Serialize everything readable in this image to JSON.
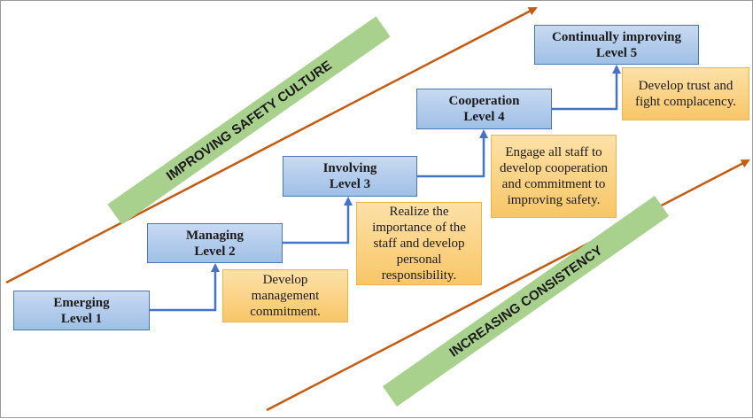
{
  "diagram": {
    "bands": {
      "safety_culture": "IMPROVING SAFETY CULTURE",
      "consistency": "INCREASING CONSISTENCY"
    },
    "levels": [
      {
        "name": "Emerging",
        "level": "Level 1"
      },
      {
        "name": "Managing",
        "level": "Level 2"
      },
      {
        "name": "Involving",
        "level": "Level 3"
      },
      {
        "name": "Cooperation",
        "level": "Level 4"
      },
      {
        "name": "Continually improving",
        "level": "Level 5"
      }
    ],
    "notes": [
      "Develop management commitment.",
      "Realize the importance of the staff and develop personal responsibility.",
      "Engage all staff to develop cooperation and commitment to improving safety.",
      "Develop trust and fight complacency."
    ],
    "colors": {
      "level_fill": "#b4cdec",
      "level_border": "#4a78b3",
      "note_fill": "#fbd38a",
      "note_border": "#e8b64a",
      "band_fill": "#a9d18e",
      "long_arrow": "#c55a11",
      "connector": "#4472c4"
    }
  }
}
